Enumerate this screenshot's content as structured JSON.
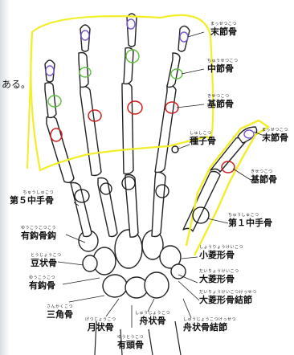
{
  "text_fragment": "ある。",
  "labels": {
    "distal_phalanx_hand": {
      "reading": "まっせつこつ",
      "name": "末節骨"
    },
    "middle_phalanx": {
      "reading": "ちゅうせつこつ",
      "name": "中節骨"
    },
    "proximal_phalanx_hand": {
      "reading": "きせつこつ",
      "name": "基節骨"
    },
    "thumb_distal_phalanx": {
      "reading": "まっせつこつ",
      "name": "末節骨"
    },
    "thumb_proximal_phalanx": {
      "reading": "きせつこつ",
      "name": "基節骨"
    },
    "sesamoid": {
      "reading": "しゅしこつ",
      "name": "種子骨"
    },
    "fifth_metacarpal": {
      "reading": "ちゅうしゅこつ",
      "name": "第５中手骨"
    },
    "first_metacarpal": {
      "reading": "ちゅうしゅこつ",
      "name": "第１中手骨"
    },
    "hamate_hook": {
      "reading": "ゆうこうこつこう",
      "name": "有鈎骨鈎"
    },
    "pisiform": {
      "reading": "とうじょうこつ",
      "name": "豆状骨"
    },
    "hamate": {
      "reading": "ゆうこうこつ",
      "name": "有鈎骨"
    },
    "triquetrum": {
      "reading": "さんかくこつ",
      "name": "三角骨"
    },
    "lunate": {
      "reading": "げつじょうこつ",
      "name": "月状骨"
    },
    "scaphoid": {
      "reading": "しゅうじょうこつ",
      "name": "舟状骨"
    },
    "capitate": {
      "reading": "ゆうとうこつ",
      "name": "有頭骨"
    },
    "scaphoid_tubercle": {
      "reading": "しゅうじょうこつけっせつ",
      "name": "舟状骨結節"
    },
    "trapezoid": {
      "reading": "しょうりょうけいこつ",
      "name": "小菱形骨"
    },
    "trapezium": {
      "reading": "だいりょうけいこつ",
      "name": "大菱形骨"
    },
    "trapezium_tubercle": {
      "reading": "だいりょうけいこつけっせつ",
      "name": "大菱形骨結節"
    }
  },
  "colors": {
    "bone_outline": "#222222",
    "highlight_yellow": "#f2ee2a",
    "mark_purple": "#7b59d6",
    "mark_green": "#5cbf3c",
    "mark_red": "#cc1f1f",
    "mark_black": "#111111"
  }
}
